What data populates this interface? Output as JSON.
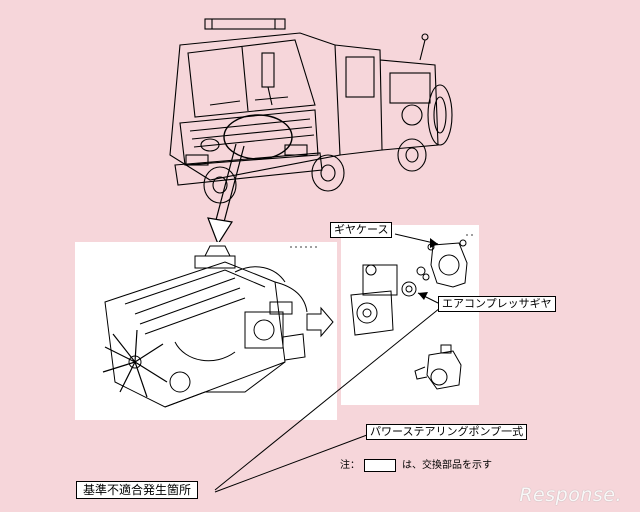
{
  "labels": {
    "gear_case": "ギヤケース",
    "air_compressor_gear": "エアコンプレッサギヤ",
    "power_steering_pump": "パワーステアリングポンプ一式",
    "nonconforming_location": "基準不適合発生箇所"
  },
  "note": {
    "prefix": "注：",
    "suffix": "は、交換部品を示す"
  },
  "watermark": {
    "brand": "Response."
  },
  "colors": {
    "background": "#f6d6da",
    "panel": "#ffffff",
    "line": "#000000"
  }
}
